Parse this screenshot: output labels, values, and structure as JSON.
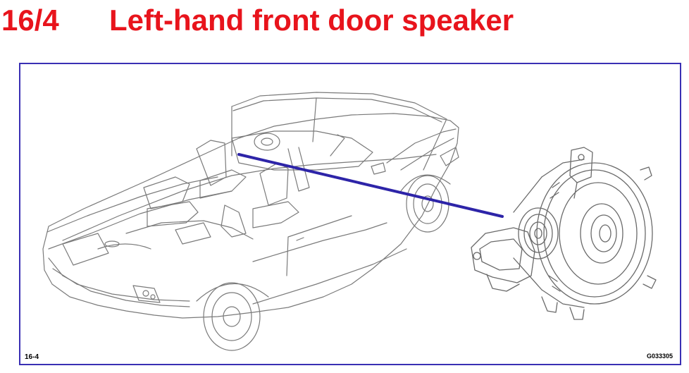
{
  "header": {
    "section_number": "16/4",
    "title": "Left-hand front door speaker"
  },
  "illustration": {
    "ref_left": "16-4",
    "ref_right": "G033305"
  },
  "colors": {
    "title": "#e8141c",
    "frame": "#3a2fb4",
    "pointer": "#2d24a8",
    "line_art": "#777777"
  }
}
